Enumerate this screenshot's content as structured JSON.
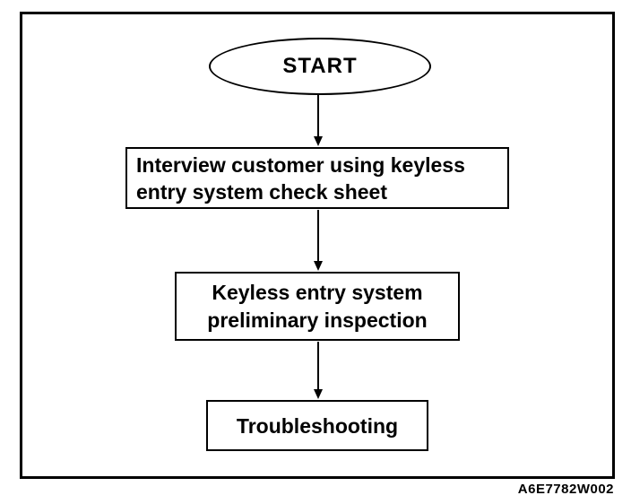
{
  "figure_code": "A6E7782W002",
  "flowchart": {
    "start_label": "START",
    "steps": [
      {
        "lines": [
          "Interview customer using keyless",
          "entry system check sheet"
        ]
      },
      {
        "lines": [
          "Keyless entry system",
          "preliminary inspection"
        ]
      },
      {
        "lines": [
          "Troubleshooting"
        ]
      }
    ]
  },
  "colors": {
    "ink": "#000000",
    "paper": "#ffffff"
  }
}
